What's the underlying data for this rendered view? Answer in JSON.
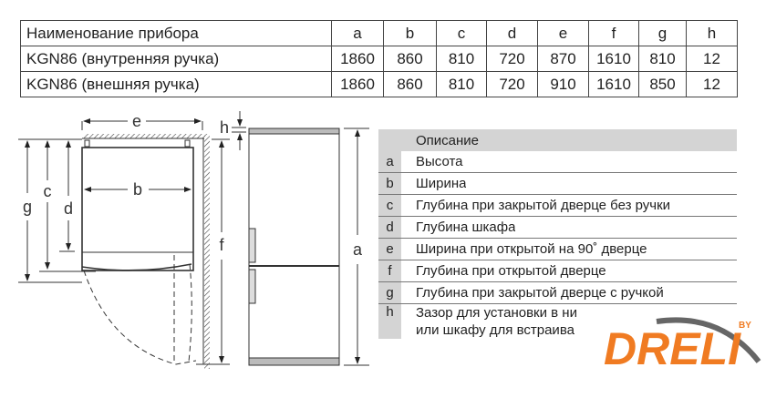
{
  "spec_table": {
    "header": [
      "Наименование прибора",
      "a",
      "b",
      "c",
      "d",
      "e",
      "f",
      "g",
      "h"
    ],
    "rows": [
      [
        "KGN86 (внутренняя ручка)",
        "1860",
        "860",
        "810",
        "720",
        "870",
        "1610",
        "810",
        "12"
      ],
      [
        "KGN86 (внешняя ручка)",
        "1860",
        "860",
        "810",
        "720",
        "910",
        "1610",
        "850",
        "12"
      ]
    ]
  },
  "diagram": {
    "labels": {
      "a": "a",
      "b": "b",
      "c": "c",
      "d": "d",
      "e": "e",
      "f": "f",
      "g": "g",
      "h": "h"
    }
  },
  "legend": {
    "header": "Описание",
    "items": [
      {
        "k": "a",
        "v": "Высота"
      },
      {
        "k": "b",
        "v": "Ширина"
      },
      {
        "k": "c",
        "v": "Глубина при закрытой дверце без ручки"
      },
      {
        "k": "d",
        "v": "Глубина шкафа"
      },
      {
        "k": "e",
        "v": "Ширина при открытой на 90˚ дверце"
      },
      {
        "k": "f",
        "v": "Глубина при открытой дверце"
      },
      {
        "k": "g",
        "v": "Глубина при закрытой дверце с ручкой"
      },
      {
        "k": "h",
        "v1": "Зазор для установки в ни",
        "v2": "или шкафу для встраива"
      }
    ]
  },
  "logo": {
    "text": "DRELI",
    "sup": "BY",
    "color": "#f07b22"
  }
}
